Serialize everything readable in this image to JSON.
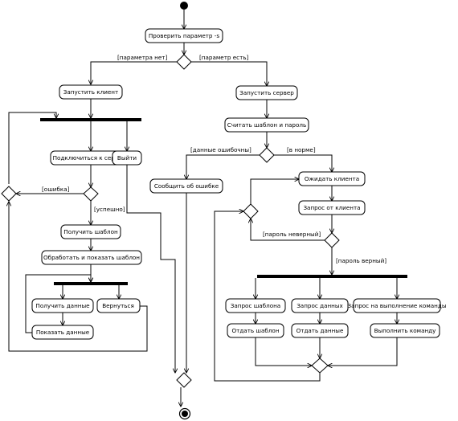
{
  "nodes": {
    "check_param": "Проверить параметр -s",
    "start_client": "Запустить клиент",
    "start_server": "Запустить сервер",
    "read_template": "Считать шаблон и пароль",
    "connect_server": "Подключиться к серверу",
    "exit": "Выйти",
    "report_error": "Сообщить об ошибке",
    "wait_client": "Ожидать клиента",
    "client_request": "Запрос от клиента",
    "get_template": "Получить шаблон",
    "process_show_template": "Обработать и показать шаблон",
    "get_data": "Получить данные",
    "go_back": "Вернуться",
    "show_data": "Показать данные",
    "template_request": "Запрос шаблона",
    "data_request": "Запрос данных",
    "command_request": "Запрос на выполнение команды",
    "send_template": "Отдать шаблон",
    "send_data": "Отдать данные",
    "execute_command": "Выполнить команду"
  },
  "guards": {
    "no_param": "[параметра нет]",
    "has_param": "[параметр есть]",
    "data_wrong": "[данные ошибочны]",
    "normal": "[в норме]",
    "error": "[ошибка]",
    "success": "[успешно]",
    "password_wrong": "[пароль неверный]",
    "password_right": "[пароль верный]"
  }
}
